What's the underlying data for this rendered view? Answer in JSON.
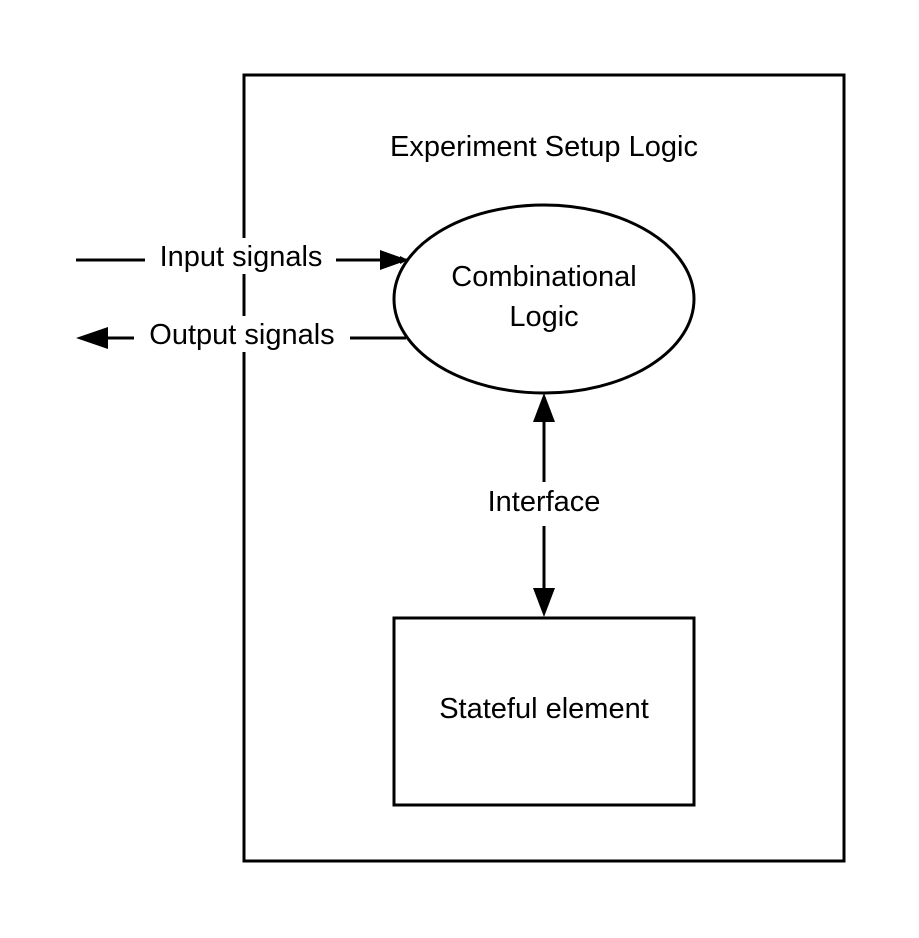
{
  "title": "Experiment Setup Logic",
  "nodes": {
    "combinational": {
      "line1": "Combinational",
      "line2": "Logic"
    },
    "stateful": "Stateful element"
  },
  "edges": {
    "input": "Input signals",
    "output": "Output signals",
    "interface": "Interface"
  },
  "colors": {
    "stroke": "#000000",
    "background": "#ffffff"
  }
}
